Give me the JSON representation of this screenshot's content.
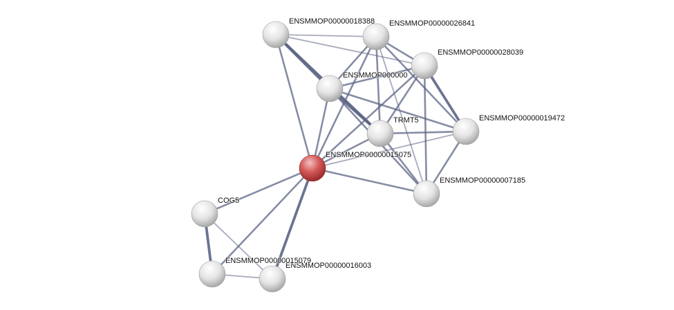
{
  "network": {
    "nodes": [
      {
        "id": "A",
        "label": "ENSMMOP00000018388",
        "query": false
      },
      {
        "id": "B",
        "label": "ENSMMOP00000026841",
        "query": false
      },
      {
        "id": "D",
        "label": "ENSMMOP000000",
        "query": false
      },
      {
        "id": "C",
        "label": "ENSMMOP00000028039",
        "query": false
      },
      {
        "id": "E",
        "label": "TRMT5",
        "query": false
      },
      {
        "id": "F",
        "label": "ENSMMOP00000019472",
        "query": false
      },
      {
        "id": "G",
        "label": "ENSMMOP00000015075",
        "query": true
      },
      {
        "id": "H",
        "label": "ENSMMOP00000007185",
        "query": false
      },
      {
        "id": "I",
        "label": "COG5",
        "query": false
      },
      {
        "id": "K",
        "label": "ENSMMOP00000016003",
        "query": false
      },
      {
        "id": "J",
        "label": "ENSMMOP00000015079",
        "query": false
      }
    ],
    "edges": [
      [
        "A",
        "B",
        1
      ],
      [
        "A",
        "C",
        1
      ],
      [
        "A",
        "D",
        3
      ],
      [
        "A",
        "E",
        3
      ],
      [
        "A",
        "G",
        2
      ],
      [
        "B",
        "D",
        2
      ],
      [
        "B",
        "E",
        2
      ],
      [
        "B",
        "C",
        2
      ],
      [
        "B",
        "F",
        2
      ],
      [
        "B",
        "G",
        2
      ],
      [
        "B",
        "H",
        1
      ],
      [
        "C",
        "D",
        2
      ],
      [
        "C",
        "E",
        2
      ],
      [
        "C",
        "F",
        3
      ],
      [
        "C",
        "G",
        2
      ],
      [
        "C",
        "H",
        2
      ],
      [
        "D",
        "E",
        3
      ],
      [
        "D",
        "F",
        2
      ],
      [
        "D",
        "G",
        2
      ],
      [
        "D",
        "H",
        2
      ],
      [
        "E",
        "F",
        2
      ],
      [
        "E",
        "G",
        2
      ],
      [
        "E",
        "H",
        2
      ],
      [
        "F",
        "G",
        1
      ],
      [
        "F",
        "H",
        2
      ],
      [
        "G",
        "H",
        2
      ],
      [
        "G",
        "I",
        2
      ],
      [
        "G",
        "J",
        2
      ],
      [
        "G",
        "K",
        3
      ],
      [
        "I",
        "J",
        3
      ],
      [
        "I",
        "K",
        1
      ],
      [
        "J",
        "K",
        1
      ]
    ],
    "colors": {
      "edge": "#5c6585",
      "node": "#e6e6e6",
      "query_node": "#d45a5a"
    }
  }
}
